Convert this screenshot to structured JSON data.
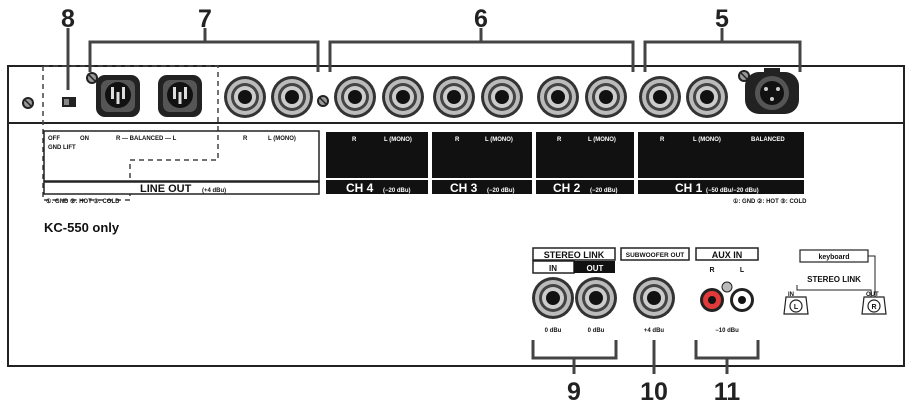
{
  "callouts": {
    "n8": "8",
    "n7": "7",
    "n6": "6",
    "n5": "5",
    "n9": "9",
    "n10": "10",
    "n11": "11"
  },
  "line_out": {
    "off_on": "OFF",
    "on": "ON",
    "gnd_lift": "GND LIFT",
    "balanced": "R — BALANCED — L",
    "r": "R",
    "l_mono": "L (MONO)",
    "title": "LINE OUT",
    "level": "(+4 dBu)",
    "pins": "①: GND  ②: HOT  ③: COLD",
    "note": "KC-550 only"
  },
  "channels": {
    "ch4": {
      "r": "R",
      "l": "L (MONO)",
      "title": "CH 4",
      "level": "(−20 dBu)"
    },
    "ch3": {
      "r": "R",
      "l": "L (MONO)",
      "title": "CH 3",
      "level": "(−20 dBu)"
    },
    "ch2": {
      "r": "R",
      "l": "L (MONO)",
      "title": "CH 2",
      "level": "(−20 dBu)"
    },
    "ch1": {
      "r": "R",
      "l": "L (MONO)",
      "balanced": "BALANCED",
      "title": "CH 1",
      "level": "(−50 dBu/−20 dBu)",
      "pins": "①: GND  ②: HOT  ③: COLD"
    }
  },
  "stereo_link": {
    "title": "STEREO LINK",
    "in": "IN",
    "out": "OUT",
    "level_in": "0 dBu",
    "level_out": "0 dBu"
  },
  "subwoofer": {
    "title": "SUBWOOFER OUT",
    "level": "+4 dBu"
  },
  "aux_in": {
    "title": "AUX IN",
    "r": "R",
    "l": "L",
    "level": "−10 dBu"
  },
  "keyboard": {
    "box": "keyboard",
    "title": "STEREO LINK",
    "in": "IN",
    "out": "OUT",
    "l": "L",
    "r": "R"
  }
}
